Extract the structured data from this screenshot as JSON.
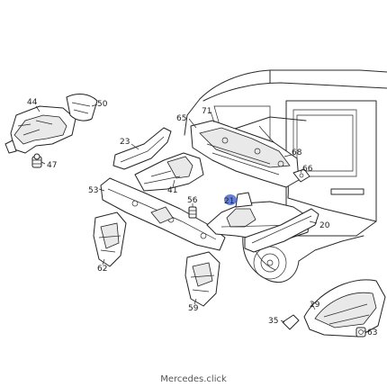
{
  "callouts": {
    "c44": "44",
    "c50": "50",
    "c47": "47",
    "c23": "23",
    "c65": "65",
    "c71": "71",
    "c68": "68",
    "c66": "66",
    "c53": "53",
    "c41": "41",
    "c56": "56",
    "c21": "21",
    "c20": "20",
    "c62": "62",
    "c59": "59",
    "c29": "29",
    "c35": "35",
    "c63": "63"
  },
  "highlight_color": "#3355cc",
  "watermark": "Mercedes.click"
}
